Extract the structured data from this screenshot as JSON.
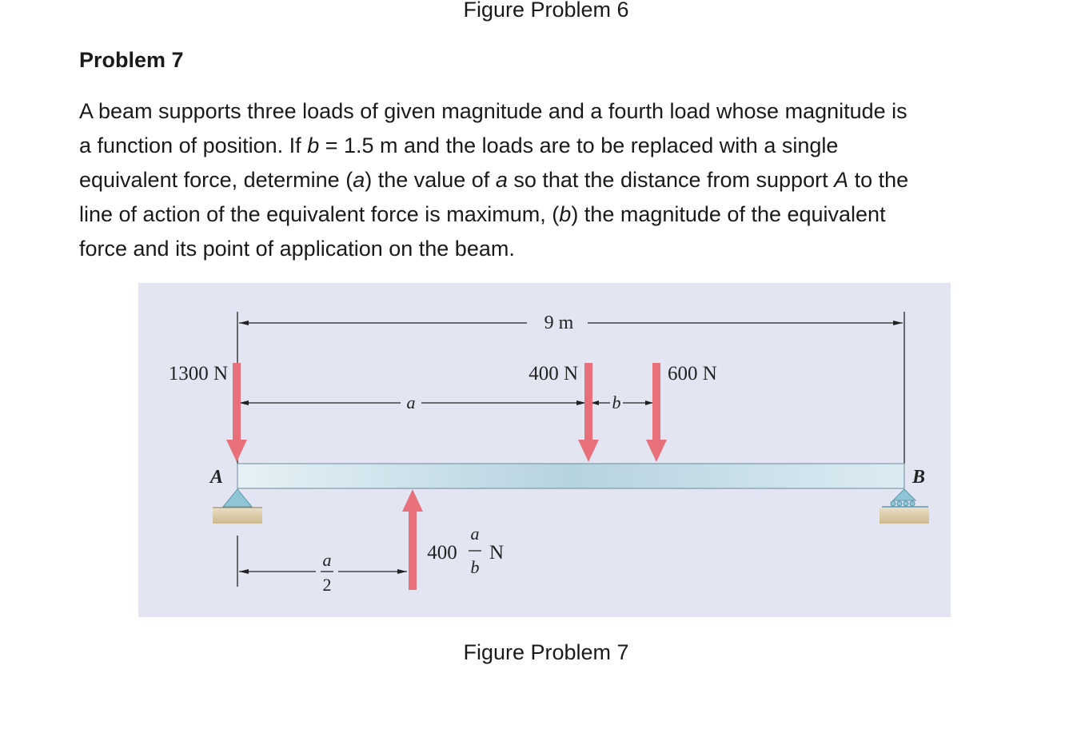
{
  "previous_figure_caption": "Figure Problem 6",
  "problem": {
    "heading": "Problem 7",
    "lines": [
      [
        {
          "t": "A beam supports three loads of given magnitude and a fourth load whose magnitude is",
          "i": false
        }
      ],
      [
        {
          "t": "a function of position. If ",
          "i": false
        },
        {
          "t": "b",
          "i": true
        },
        {
          "t": " = 1.5 m and the loads are to be replaced with a single",
          "i": false
        }
      ],
      [
        {
          "t": "equivalent force, determine (",
          "i": false
        },
        {
          "t": "a",
          "i": true
        },
        {
          "t": ") the value of ",
          "i": false
        },
        {
          "t": "a",
          "i": true
        },
        {
          "t": " so that the distance from support ",
          "i": false
        },
        {
          "t": "A",
          "i": true
        },
        {
          "t": " to the",
          "i": false
        }
      ],
      [
        {
          "t": "line of action of the equivalent force is maximum, (",
          "i": false
        },
        {
          "t": "b",
          "i": true
        },
        {
          "t": ") the magnitude of the equivalent",
          "i": false
        }
      ],
      [
        {
          "t": "force and its point of application on the beam.",
          "i": false
        }
      ]
    ]
  },
  "figure": {
    "span_label": "9 m",
    "load_1300": "1300 N",
    "load_400": "400 N",
    "load_600": "600 N",
    "dim_a": "a",
    "dim_b": "b",
    "support_a": "A",
    "support_b": "B",
    "half_a_num": "a",
    "half_a_den": "2",
    "var_load_coeff": "400",
    "var_load_num": "a",
    "var_load_den": "b",
    "var_load_unit": "N",
    "colors": {
      "background": "#e3e6f2",
      "beam": "#c6dde8",
      "arrow": "#e8707a",
      "support": "#8ec6d8",
      "ground": "#d8c9a6"
    }
  },
  "caption": "Figure Problem 7"
}
